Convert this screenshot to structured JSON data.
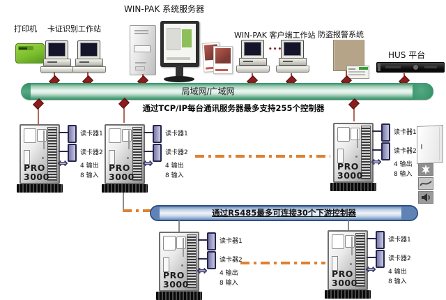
{
  "header": {
    "server_title": "WIN-PAK 系统服务器",
    "printer_label": "打印机",
    "card_workstation_label": "卡证识别工作站",
    "client_workstation_label": "WIN-PAK 客户端工作站",
    "alarm_system_label": "防盗报警系统",
    "hus_label": "HUS 平台",
    "client_ellipsis": "••••"
  },
  "lan_bus": {
    "label": "局域网/广域网",
    "note": "通过TCP/IP每台通讯服务器最多支持255个控制器"
  },
  "rs485_bus": {
    "label": "通过RS485最多可连接30个下游控制器"
  },
  "controller": {
    "model_line1": "PRO",
    "model_line2": "3000",
    "reader1_label": "读卡器1",
    "reader2_label": "读卡器2",
    "output_label": "4 输出",
    "input_label": "8 输入",
    "io_arrow": "⇔"
  },
  "icons": {
    "printer": "printer-icon",
    "workstation": "desktop-computer-icon",
    "server_tower": "server-tower-icon",
    "server_monitor": "lcd-monitor-icon",
    "photo_cards": "photo-cards-icon",
    "alarm_panel": "alarm-panel-icon",
    "hus_rack": "rack-server-icon",
    "door": "door-icon",
    "strobe": "strobe-light-icon",
    "contact": "door-contact-icon",
    "sounder": "sounder-icon",
    "connector": "diamond-connector-icon"
  },
  "colors": {
    "lan_bar_green": "#2f8e66",
    "rs485_bar_blue": "#2e4f86",
    "connector_red": "#8e1c1c",
    "dash_orange": "#e08030",
    "printer_green": "#7cbf2e"
  }
}
